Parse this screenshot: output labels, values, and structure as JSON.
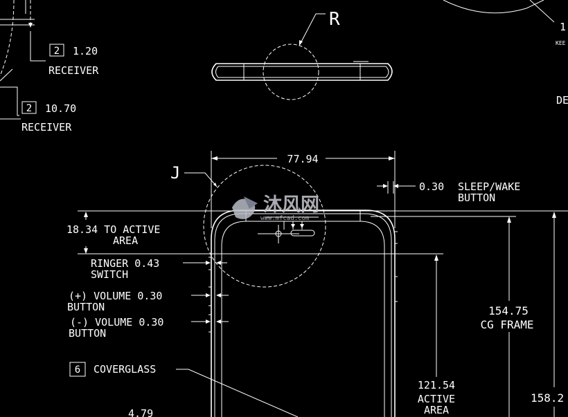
{
  "callouts": {
    "receiver_1": {
      "index": "2",
      "value": "1.20",
      "label": "RECEIVER"
    },
    "receiver_2": {
      "index": "2",
      "value": "10.70",
      "label": "RECEIVER"
    },
    "detail_r": "R",
    "detail_j": "J",
    "coverglass": {
      "index": "6",
      "label": "COVERGLASS"
    }
  },
  "dimensions": {
    "width": "77.94",
    "sleep_wake": {
      "value": "0.30",
      "label_1": "SLEEP/WAKE",
      "label_2": "BUTTON"
    },
    "to_active": {
      "line_1": "18.34 TO ACTIVE",
      "line_2": "AREA"
    },
    "ringer": {
      "line_1": "RINGER 0.43",
      "line_2": "SWITCH"
    },
    "vol_up": {
      "line_1": "(+) VOLUME 0.30",
      "line_2": "BUTTON"
    },
    "vol_down": {
      "line_1": "(-) VOLUME 0.30",
      "line_2": "BUTTON"
    },
    "cg_frame": {
      "value": "154.75",
      "label": "CG FRAME"
    },
    "active_area": {
      "value": "121.54",
      "line_1": "ACTIVE",
      "line_2": "AREA"
    },
    "overall_partial": "158.2",
    "bottom_partial": "4.79"
  },
  "edge_fragments": {
    "top_right_1": "1",
    "top_right_2": "KEE",
    "right_de": "DE"
  },
  "watermark": {
    "brand": "沐风网",
    "url": "www.mfcad.com"
  }
}
